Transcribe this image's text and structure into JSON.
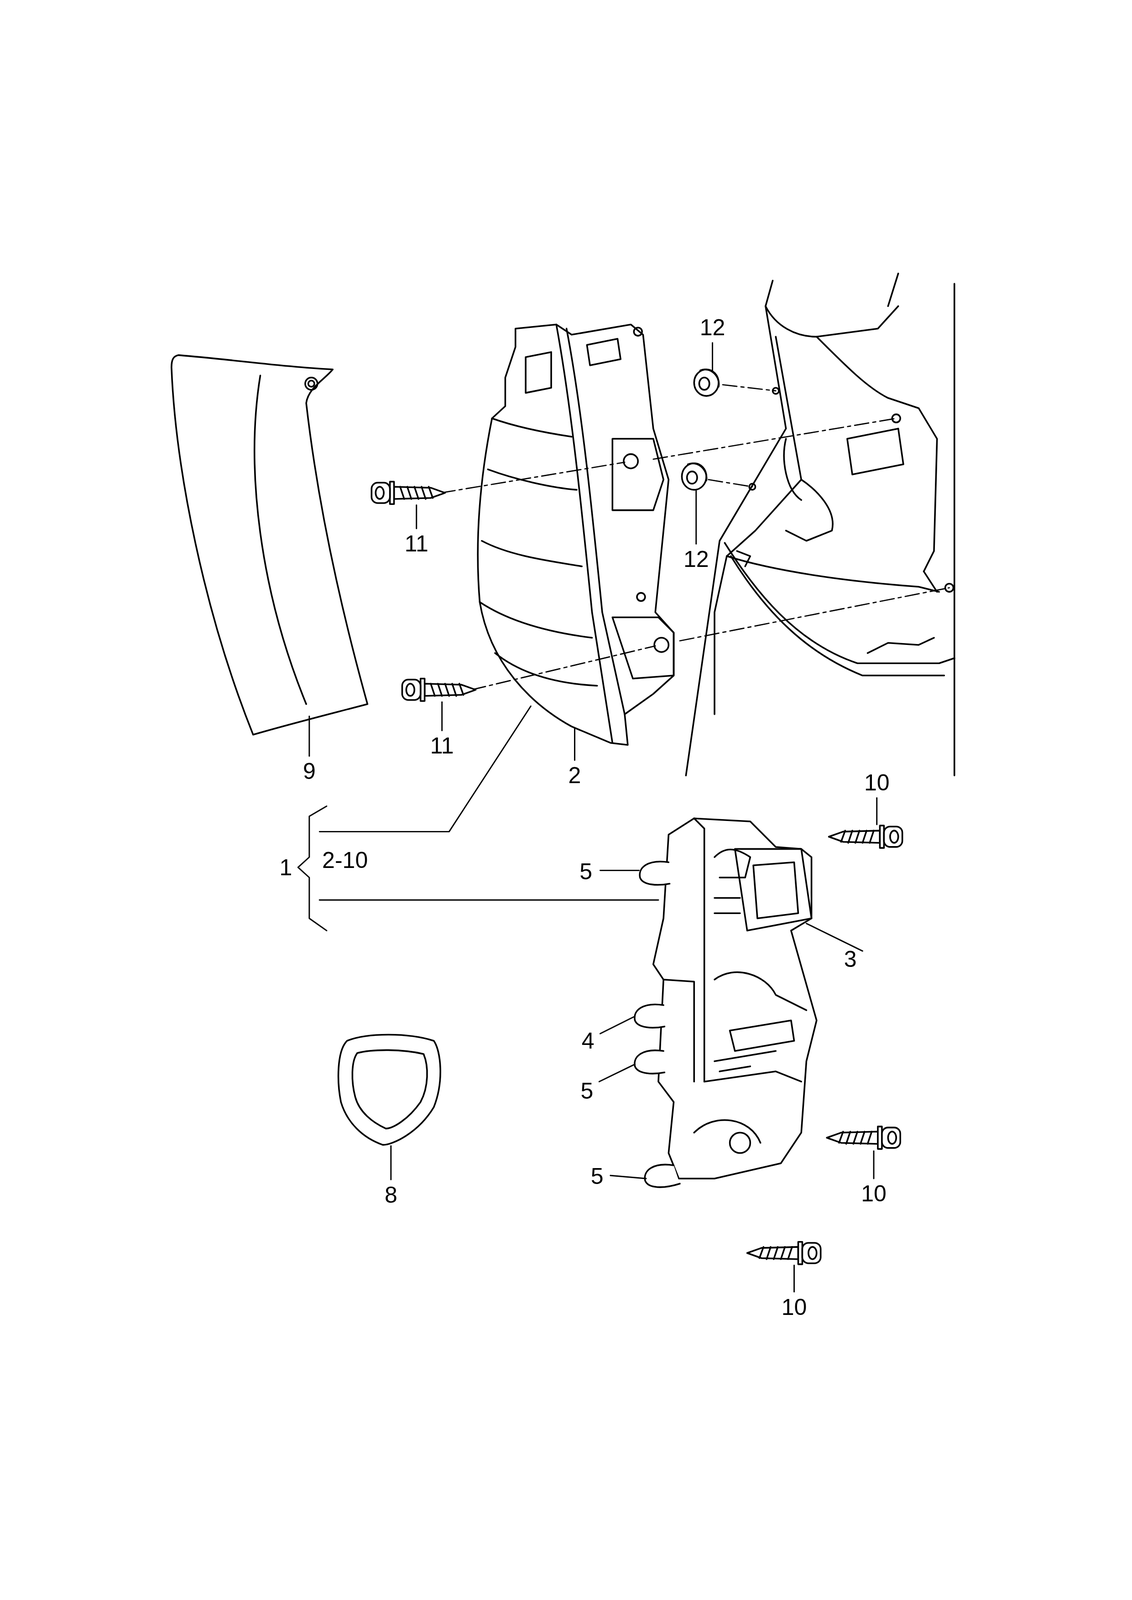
{
  "diagram": {
    "labels": [
      "12",
      "11",
      "12",
      "11",
      "9",
      "2",
      "10",
      "2-10",
      "1",
      "5",
      "3",
      "4",
      "5",
      "5",
      "10",
      "8",
      "10"
    ]
  }
}
